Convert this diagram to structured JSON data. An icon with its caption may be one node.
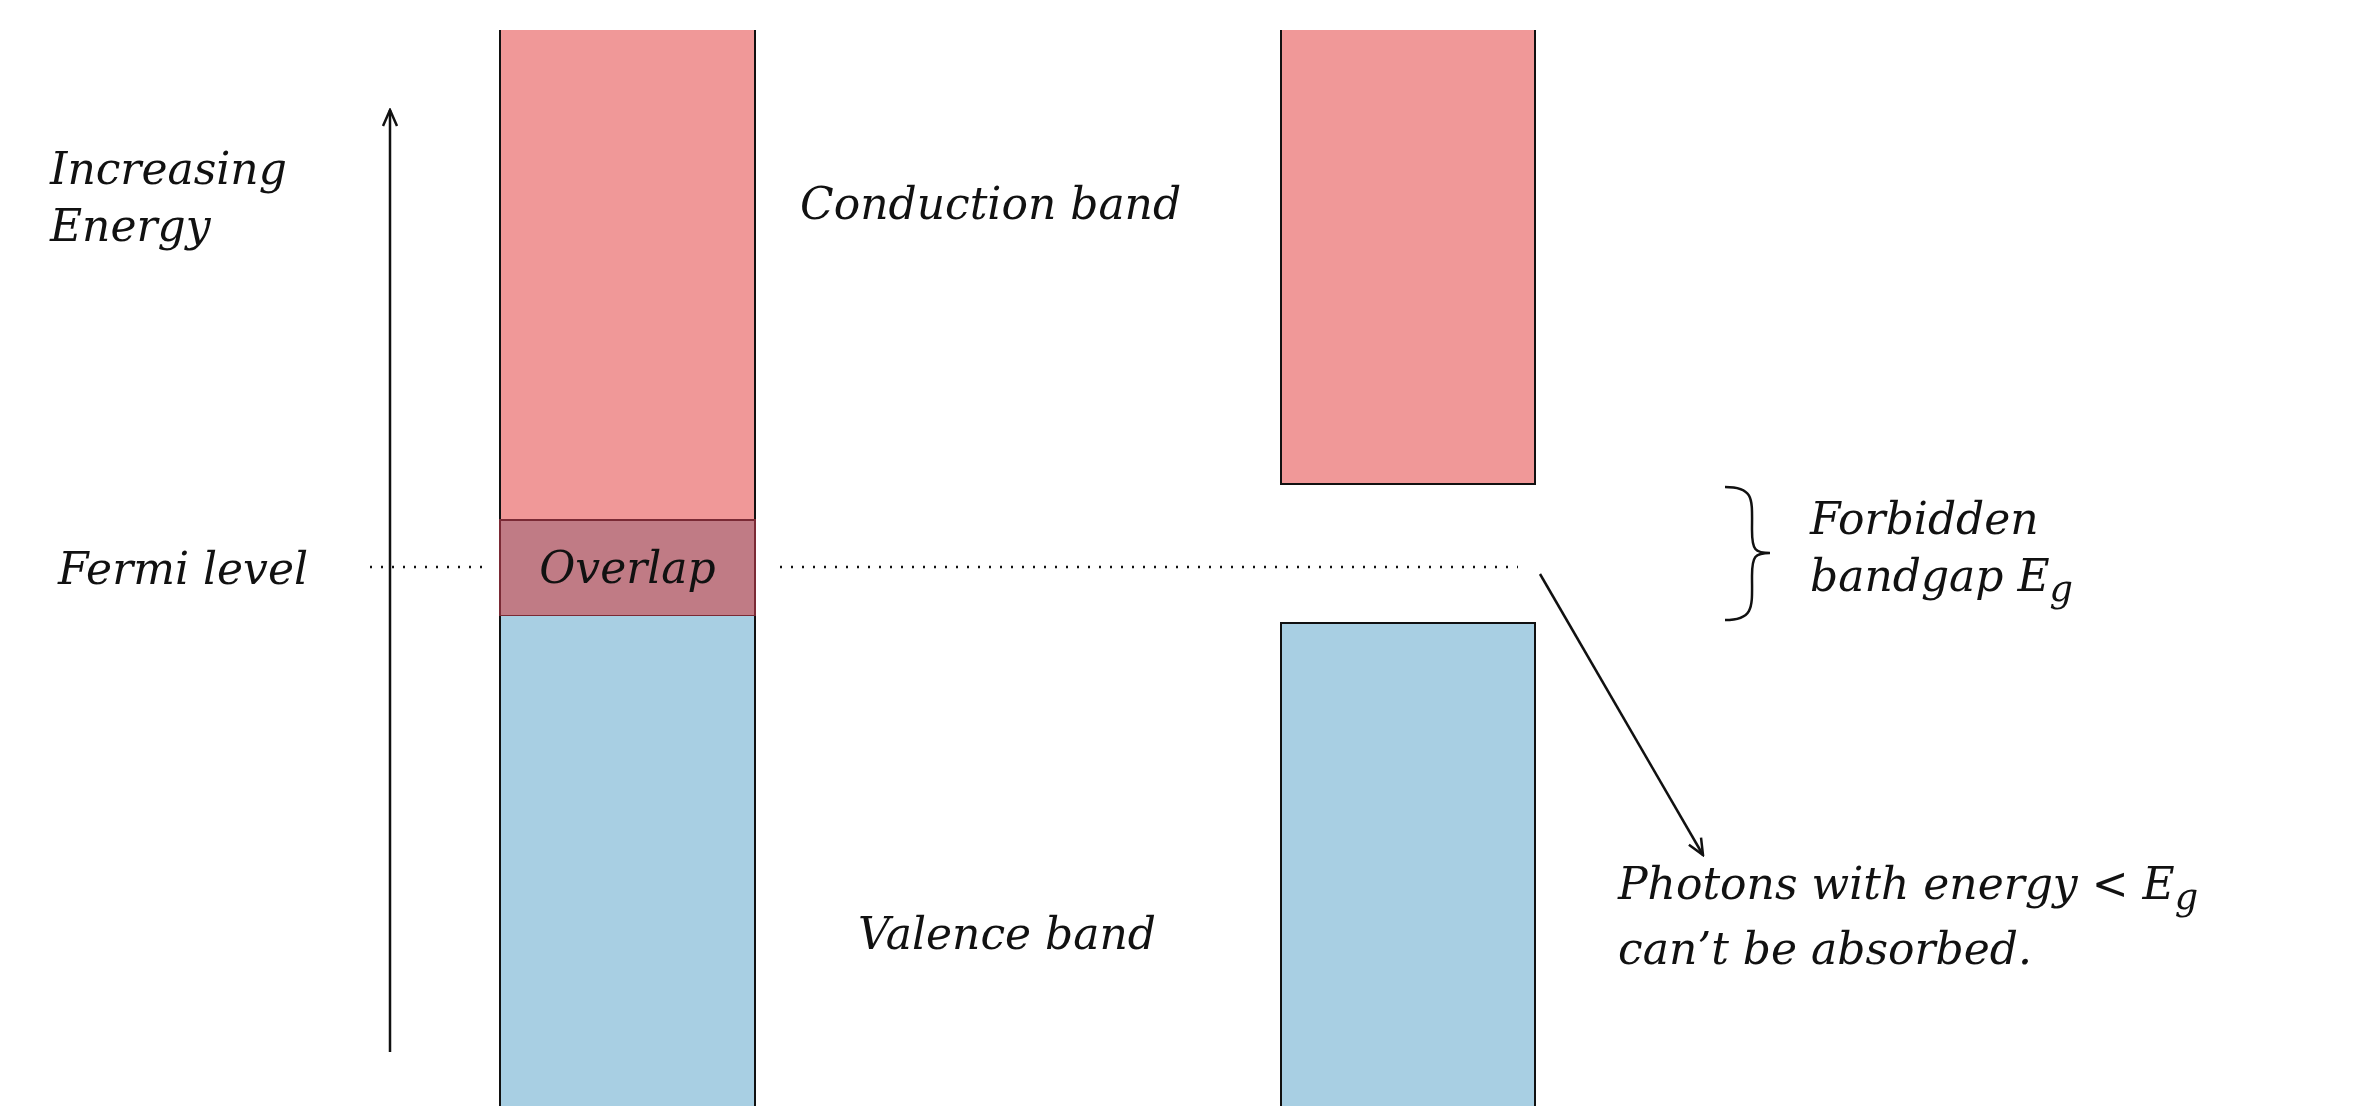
{
  "diagram": {
    "nodes": [
      {
        "text": [],
        "shape": "bar"
      },
      {
        "text": [
          "Overlap"
        ]
      },
      {
        "text": [],
        "shape": "bar"
      },
      {
        "text": [],
        "shape": "bar"
      },
      {
        "text": [],
        "shape": "bar"
      },
      {
        "text": [
          "Photons with energy < E$_{g}$ can’t be absorbed."
        ]
      }
    ],
    "edges": [
      {
        "from": null,
        "to": 5,
        "arrow": "to"
      }
    ],
    "labels": [
      "Increasing Energy",
      "Conduction band",
      "Fermi level",
      "Forbidden bandgap E$_{g}$",
      "Valence band"
    ]
  }
}
